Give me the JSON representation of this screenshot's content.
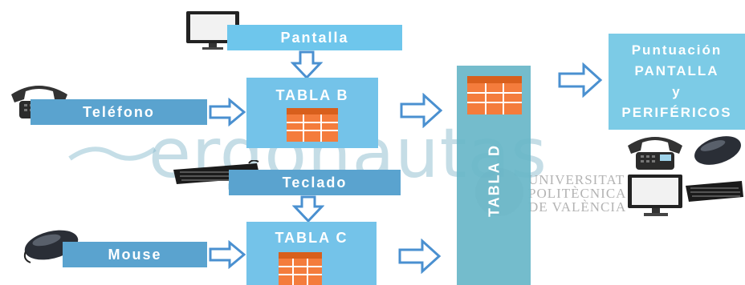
{
  "nodes": {
    "pantalla": "Pantalla",
    "telefono": "Teléfono",
    "teclado": "Teclado",
    "mouse": "Mouse",
    "tabla_b": "TABLA B",
    "tabla_c": "TABLA C",
    "tabla_d": "TABLA D",
    "result_line1": "Puntuación",
    "result_line2": "PANTALLA",
    "result_line3": "y",
    "result_line4": "PERIFÉRICOS"
  },
  "watermark": {
    "brand": "ergonautas",
    "university_line1": "UNIVERSITAT",
    "university_line2": "POLITÈCNICA",
    "university_line3": "DE VALÈNCIA"
  },
  "colors": {
    "light_box": "#6ec6ec",
    "dark_box": "#5aa3cf",
    "table_icon": "#f47c3c",
    "arrow": "#4a90d0"
  }
}
